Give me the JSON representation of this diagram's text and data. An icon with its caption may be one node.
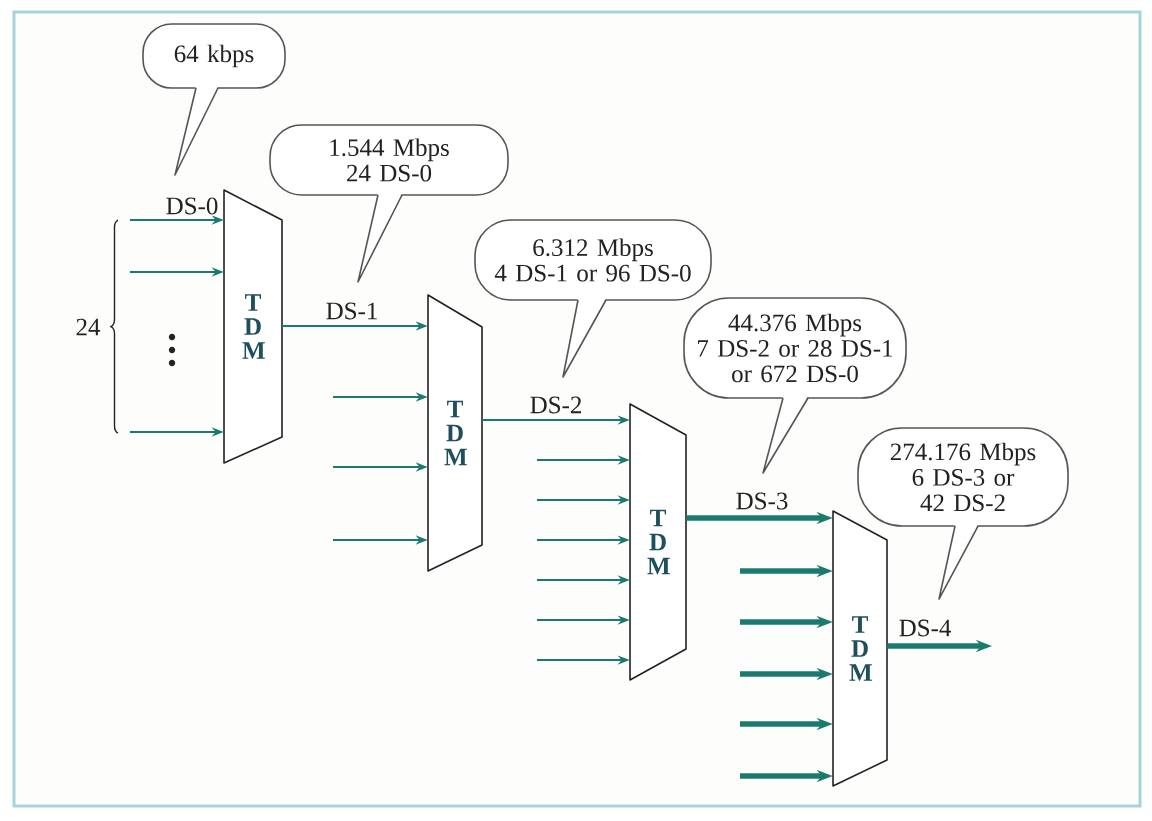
{
  "diagram": {
    "nodes": [
      {
        "text": [
          "64 kbps"
        ]
      },
      {
        "text": [
          "1.544 Mbps 24 DS-0"
        ]
      },
      {
        "text": [
          "T D M"
        ]
      },
      {
        "text": [
          "6.312 Mbps 4 DS-1 or 96 DS-0"
        ]
      },
      {
        "text": [
          "T D M"
        ]
      },
      {
        "text": [
          "44.376 Mbps 7 DS-2 or 28 DS-1 or 672 DS-0"
        ]
      },
      {
        "text": [
          "T D M"
        ]
      },
      {
        "text": [
          "274.176 Mbps 6 DS-3 or 42 DS-2"
        ]
      },
      {
        "text": [
          "T D M"
        ]
      }
    ],
    "edges": [
      {
        "from": null,
        "to": 2,
        "arrow": "to",
        "label": "DS-0"
      },
      {
        "from": null,
        "to": 2,
        "arrow": "to"
      },
      {
        "from": null,
        "to": 2,
        "arrow": "to"
      },
      {
        "from": 2,
        "to": 4,
        "arrow": "to",
        "label": "DS-1"
      },
      {
        "from": null,
        "to": 4,
        "arrow": "to"
      },
      {
        "from": null,
        "to": 4,
        "arrow": "to"
      },
      {
        "from": null,
        "to": 4,
        "arrow": "to"
      },
      {
        "from": 4,
        "to": 6,
        "arrow": "to",
        "label": "DS-2"
      },
      {
        "from": null,
        "to": 6,
        "arrow": "to"
      },
      {
        "from": null,
        "to": 6,
        "arrow": "to"
      },
      {
        "from": null,
        "to": 6,
        "arrow": "to"
      },
      {
        "from": null,
        "to": 6,
        "arrow": "to"
      },
      {
        "from": null,
        "to": 6,
        "arrow": "to"
      },
      {
        "from": null,
        "to": 6,
        "arrow": "to"
      },
      {
        "from": 6,
        "to": 8,
        "arrow": "to",
        "label": "DS-3",
        "style": "thick"
      },
      {
        "from": null,
        "to": 8,
        "arrow": "to",
        "style": "thick"
      },
      {
        "from": null,
        "to": 8,
        "arrow": "to",
        "style": "thick"
      },
      {
        "from": null,
        "to": 8,
        "arrow": "to",
        "style": "thick"
      },
      {
        "from": null,
        "to": 8,
        "arrow": "to",
        "style": "thick"
      },
      {
        "from": null,
        "to": 8,
        "arrow": "to",
        "style": "thick"
      },
      {
        "from": 8,
        "to": null,
        "arrow": "to",
        "label": "DS-4",
        "style": "thick"
      }
    ],
    "labels": [
      "24"
    ]
  }
}
